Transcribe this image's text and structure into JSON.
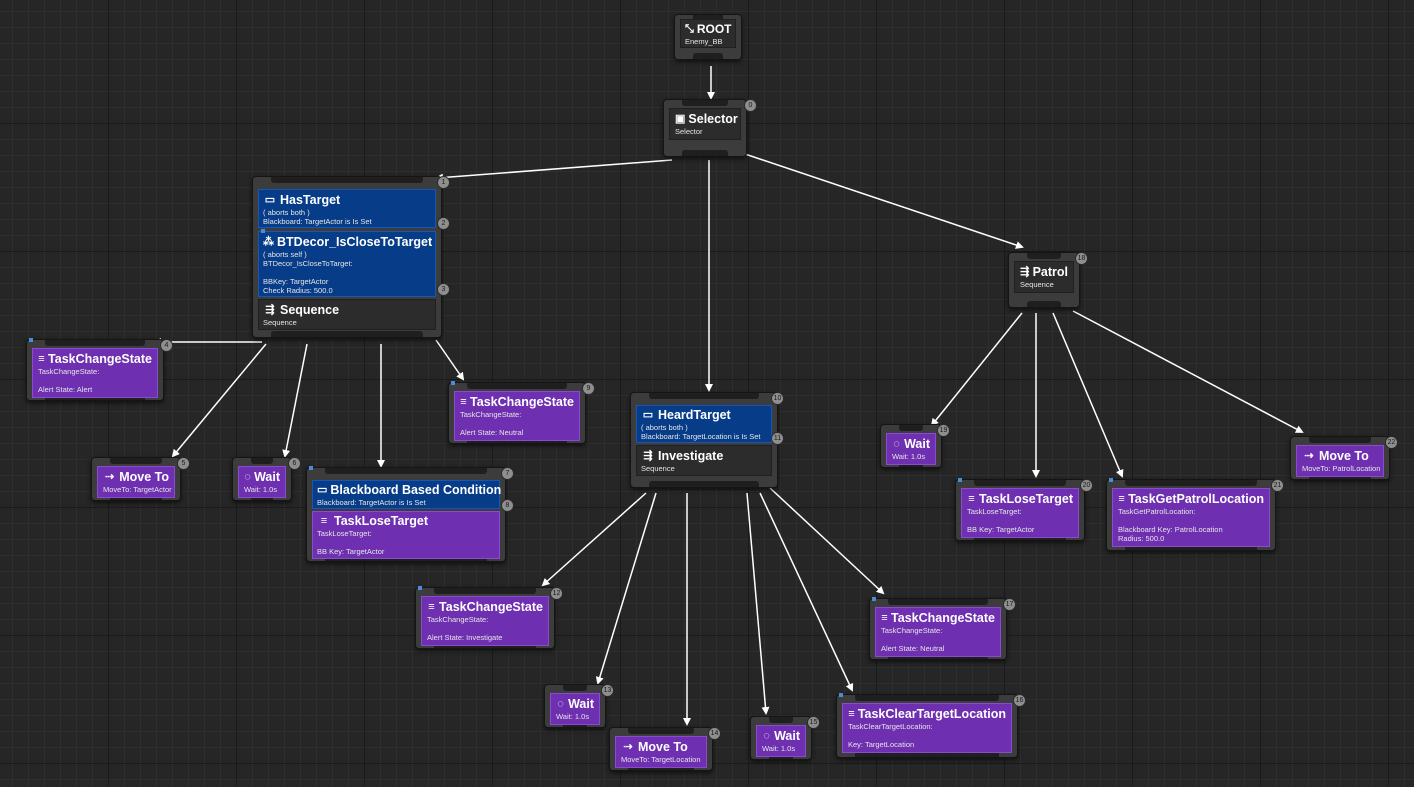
{
  "nodes": {
    "root": {
      "title": "ROOT",
      "sub": "Enemy_BB"
    },
    "selector": {
      "title": "Selector",
      "sub": "Selector",
      "index": "0"
    },
    "seq1": {
      "index": "1",
      "decorators": [
        {
          "title": "HasTarget",
          "lines": [
            "( aborts both )",
            "Blackboard: TargetActor is Is Set"
          ],
          "index": "2"
        },
        {
          "title": "BTDecor_IsCloseToTarget",
          "lines": [
            "( aborts self )",
            "BTDecor_IsCloseToTarget:",
            "",
            "BBKey: TargetActor",
            "Check Radius: 500.0"
          ],
          "index": "3"
        }
      ],
      "title": "Sequence",
      "sub": "Sequence"
    },
    "tcs4": {
      "title": "TaskChangeState",
      "lines": [
        "TaskChangeState:",
        "",
        "Alert State: Alert"
      ],
      "index": "4"
    },
    "move5": {
      "title": "Move To",
      "sub": "MoveTo: TargetActor",
      "index": "5"
    },
    "wait6": {
      "title": "Wait",
      "sub": "Wait: 1.0s",
      "index": "6"
    },
    "bbc7": {
      "index": "7",
      "decorator": {
        "title": "Blackboard Based Condition",
        "lines": [
          "Blackboard: TargetActor is Is Set"
        ]
      },
      "title": "TaskLoseTarget",
      "lines": [
        "TaskLoseTarget:",
        "",
        "BB Key: TargetActor"
      ],
      "index2": "8"
    },
    "tcs9": {
      "title": "TaskChangeState",
      "lines": [
        "TaskChangeState:",
        "",
        "Alert State: Neutral"
      ],
      "index": "9"
    },
    "inv10": {
      "index": "10",
      "decorator": {
        "title": "HeardTarget",
        "lines": [
          "( aborts both )",
          "Blackboard: TargetLocation is Is Set"
        ],
        "index": "11"
      },
      "title": "Investigate",
      "sub": "Sequence"
    },
    "tcs12": {
      "title": "TaskChangeState",
      "lines": [
        "TaskChangeState:",
        "",
        "Alert State: Investigate"
      ],
      "index": "12"
    },
    "wait13": {
      "title": "Wait",
      "sub": "Wait: 1.0s",
      "index": "13"
    },
    "move14": {
      "title": "Move To",
      "sub": "MoveTo: TargetLocation",
      "index": "14"
    },
    "wait15": {
      "title": "Wait",
      "sub": "Wait: 1.0s",
      "index": "15"
    },
    "tctl16": {
      "title": "TaskClearTargetLocation",
      "lines": [
        "TaskClearTargetLocation:",
        "",
        "Key: TargetLocation"
      ],
      "index": "16"
    },
    "tcs17": {
      "title": "TaskChangeState",
      "lines": [
        "TaskChangeState:",
        "",
        "Alert State: Neutral"
      ],
      "index": "17"
    },
    "patrol18": {
      "title": "Patrol",
      "sub": "Sequence",
      "index": "18"
    },
    "wait19": {
      "title": "Wait",
      "sub": "Wait: 1.0s",
      "index": "19"
    },
    "tlt20": {
      "title": "TaskLoseTarget",
      "lines": [
        "TaskLoseTarget:",
        "",
        "BB Key: TargetActor"
      ],
      "index": "20"
    },
    "tgpl21": {
      "title": "TaskGetPatrolLocation",
      "lines": [
        "TaskGetPatrolLocation:",
        "",
        "Blackboard Key: PatrolLocation",
        "Radius: 500.0"
      ],
      "index": "21"
    },
    "move22": {
      "title": "Move To",
      "sub": "MoveTo: PatrolLocation",
      "index": "22"
    }
  },
  "icons": {
    "root": "root-icon",
    "selector": "selector-icon",
    "sequence": "sequence-icon",
    "decorator": "decorator-icon",
    "task": "task-icon",
    "wait": "wait-icon",
    "move": "move-to-icon"
  },
  "colors": {
    "task": "#6e2fb0",
    "decorator": "#063c88",
    "composite": "#2c2c2c",
    "background": "#262626",
    "wire": "#ffffff"
  }
}
